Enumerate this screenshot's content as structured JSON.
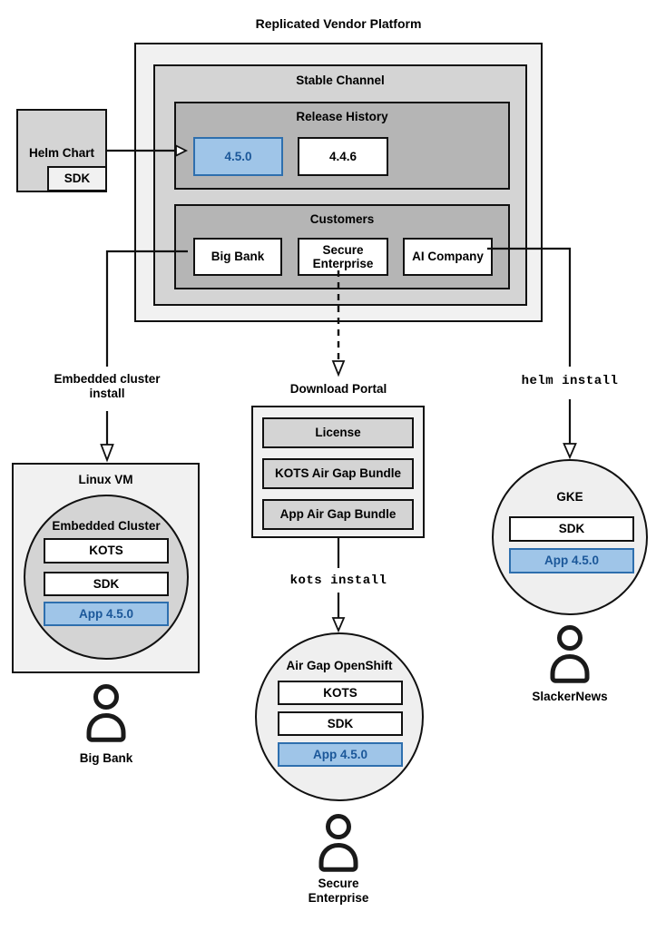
{
  "title": "Replicated Vendor Platform",
  "colors": {
    "accent_fill": "#9fc5e8",
    "accent_border": "#2e6fae",
    "accent_text": "#1b5799"
  },
  "platform": {
    "stable_channel": "Stable Channel",
    "release_history": {
      "label": "Release History",
      "releases": [
        {
          "version": "4.5.0",
          "highlight": true
        },
        {
          "version": "4.4.6",
          "highlight": false
        }
      ]
    },
    "customers": {
      "label": "Customers",
      "items": [
        {
          "name": "Big Bank"
        },
        {
          "name": "Secure Enterprise"
        },
        {
          "name": "AI Company"
        }
      ]
    }
  },
  "helm_chart": {
    "label": "Helm Chart",
    "sdk_label": "SDK"
  },
  "left_branch": {
    "arrow_label": "Embedded cluster install",
    "vm_label": "Linux VM",
    "cluster_label": "Embedded Cluster",
    "components": [
      {
        "name": "KOTS"
      },
      {
        "name": "SDK"
      },
      {
        "name": "App 4.5.0",
        "highlight": true
      }
    ],
    "user": "Big Bank"
  },
  "middle_branch": {
    "portal_label": "Download Portal",
    "portal_items": [
      {
        "name": "License"
      },
      {
        "name": "KOTS Air Gap Bundle"
      },
      {
        "name": "App Air Gap Bundle"
      }
    ],
    "install_label": "kots install",
    "cluster_label": "Air Gap OpenShift",
    "components": [
      {
        "name": "KOTS"
      },
      {
        "name": "SDK"
      },
      {
        "name": "App 4.5.0",
        "highlight": true
      }
    ],
    "user": "Secure Enterprise"
  },
  "right_branch": {
    "install_label": "helm install",
    "cluster_label": "GKE",
    "components": [
      {
        "name": "SDK"
      },
      {
        "name": "App 4.5.0",
        "highlight": true
      }
    ],
    "user": "SlackerNews"
  }
}
